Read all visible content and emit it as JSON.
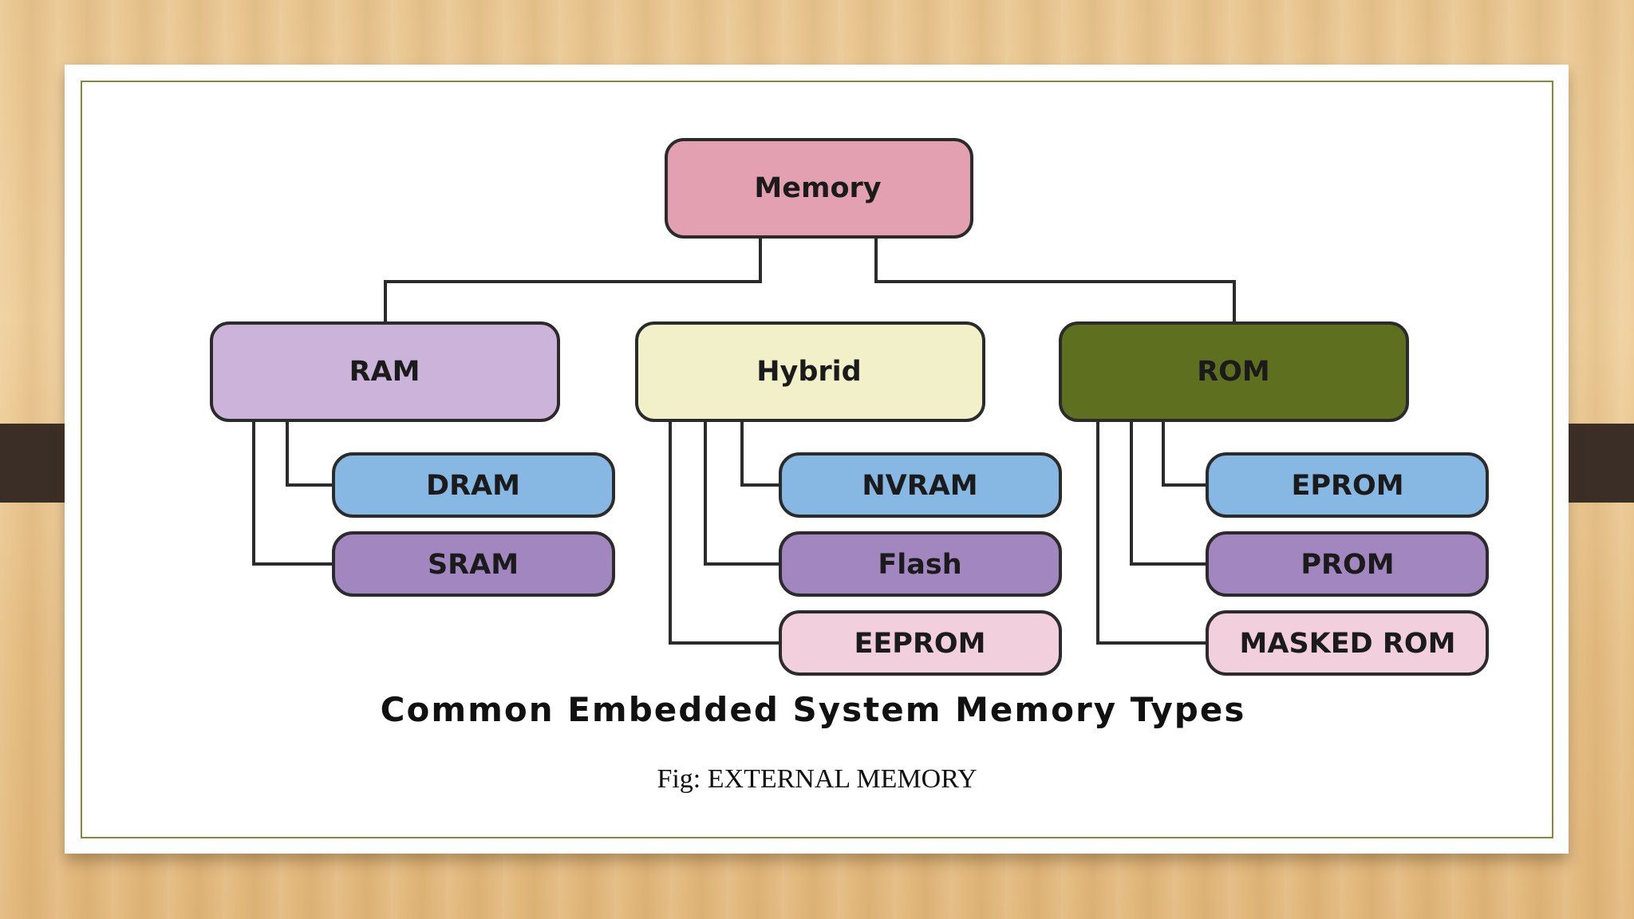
{
  "diagram": {
    "root": {
      "label": "Memory",
      "color": "#e3a0b0"
    },
    "categories": [
      {
        "label": "RAM",
        "color": "#cbb3da",
        "children": [
          {
            "label": "DRAM",
            "color": "#86b8e3"
          },
          {
            "label": "SRAM",
            "color": "#a286c0"
          }
        ]
      },
      {
        "label": "Hybrid",
        "color": "#f1f0c8",
        "children": [
          {
            "label": "NVRAM",
            "color": "#86b8e3"
          },
          {
            "label": "Flash",
            "color": "#a286c0"
          },
          {
            "label": "EEPROM",
            "color": "#f2cfdc"
          }
        ]
      },
      {
        "label": "ROM",
        "color": "#5e7020",
        "text_color": "#ffffff",
        "children": [
          {
            "label": "EPROM",
            "color": "#86b8e3"
          },
          {
            "label": "PROM",
            "color": "#a286c0"
          },
          {
            "label": "MASKED ROM",
            "color": "#f2cfdc"
          }
        ]
      }
    ],
    "title": "Common Embedded System Memory Types"
  },
  "caption": "Fig: EXTERNAL MEMORY",
  "colors": {
    "frame": "#7d8f2e",
    "outline": "#2b2b2b",
    "connector": "#2b2b2b"
  }
}
